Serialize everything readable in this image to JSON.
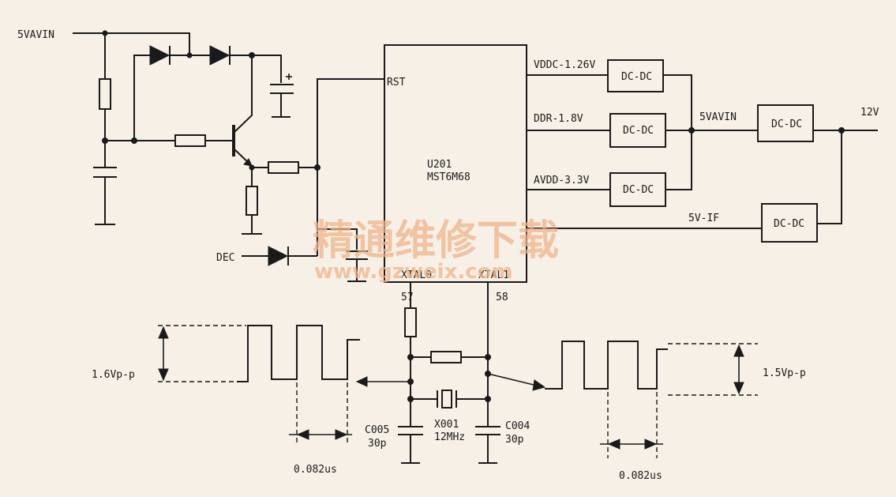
{
  "labels": {
    "vin": "5VAVIN",
    "rst": "RST",
    "dec": "DEC",
    "chip_ref": "U201",
    "chip_part": "MST6M68",
    "xtal0": "XTAL0",
    "xtal1": "XTAL1",
    "pin57": "57",
    "pin58": "58",
    "rail_vddc": "VDDC-1.26V",
    "rail_ddr": "DDR-1.8V",
    "rail_avdd": "AVDD-3.3V",
    "rail_5vif": "5V-IF",
    "bus_5vavin": "5VAVIN",
    "input_12v": "12V",
    "dcdc": "DC-DC",
    "c005_ref": "C005",
    "c005_val": "30p",
    "c004_ref": "C004",
    "c004_val": "30p",
    "x001_ref": "X001",
    "x001_val": "12MHz",
    "wave_left_amp": "1.6Vp-p",
    "wave_left_period": "0.082us",
    "wave_right_amp": "1.5Vp-p",
    "wave_right_period": "0.082us"
  },
  "watermark": {
    "line1": "精通维修下载",
    "line2": "www.gzweix.com"
  },
  "colors": {
    "ink": "#1a1a1a",
    "paper": "#f6f0e6",
    "watermark": "#f0b48a"
  }
}
